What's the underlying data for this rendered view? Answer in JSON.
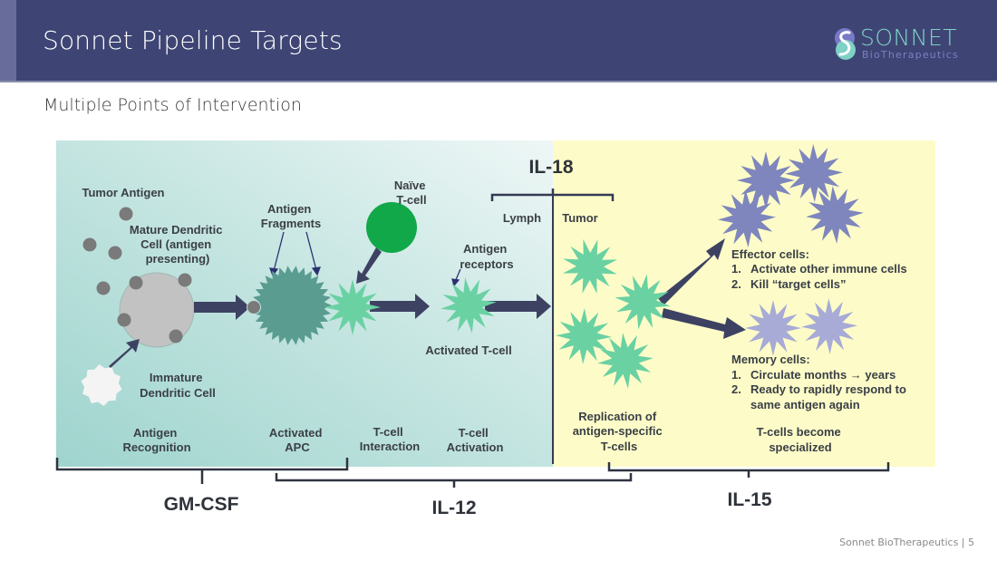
{
  "header": {
    "title": "Sonnet Pipeline Targets",
    "logo_word": "SONNET",
    "logo_sub": "BioTherapeutics"
  },
  "subtitle": "Multiple Points of Intervention",
  "footer": "Sonnet BioTherapeutics  |  5",
  "colors": {
    "header_bg": "#3e4574",
    "lymph_bg": "#a8d8d2",
    "tumor_bg": "#fdfcc8",
    "arrow": "#3d4262",
    "teal_cell": "#6ad1a3",
    "dark_teal_cell": "#5a9c90",
    "effector_cell": "#7e86bd",
    "memory_cell": "#a7abd6",
    "naive_cell": "#11a84a"
  },
  "diagram": {
    "cell_labels": {
      "tumor_antigen": "Tumor Antigen",
      "mature_dc": [
        "Mature Dendritic",
        "Cell (antigen",
        "presenting)"
      ],
      "antigen_fragments": [
        "Antigen",
        "Fragments"
      ],
      "naive_tcell": [
        "Naïve",
        "T-cell"
      ],
      "antigen_receptors": [
        "Antigen",
        "receptors"
      ],
      "activated_tcell": "Activated T-cell",
      "immature_dc": [
        "Immature",
        "Dendritic Cell"
      ]
    },
    "zones": {
      "lymph": "Lymph",
      "tumor": "Tumor"
    },
    "stages": [
      {
        "id": "antigen-recognition",
        "lines": [
          "Antigen",
          "Recognition"
        ]
      },
      {
        "id": "activated-apc",
        "lines": [
          "Activated",
          "APC"
        ]
      },
      {
        "id": "tcell-interaction",
        "lines": [
          "T-cell",
          "Interaction"
        ]
      },
      {
        "id": "tcell-activation",
        "lines": [
          "T-cell",
          "Activation"
        ]
      },
      {
        "id": "replication",
        "lines": [
          "Replication of",
          "antigen-specific",
          "T-cells"
        ]
      },
      {
        "id": "specialized",
        "lines": [
          "T-cells become",
          "specialized"
        ]
      }
    ],
    "effector": {
      "heading": "Effector cells:",
      "items": [
        "Activate other immune cells",
        "Kill “target cells”"
      ]
    },
    "memory": {
      "heading": "Memory cells:",
      "items": [
        "Circulate months → years",
        "Ready to rapidly respond to",
        "same antigen again"
      ]
    },
    "targets": {
      "il18": "IL-18",
      "gmcsf": "GM-CSF",
      "il12": "IL-12",
      "il15": "IL-15"
    }
  }
}
